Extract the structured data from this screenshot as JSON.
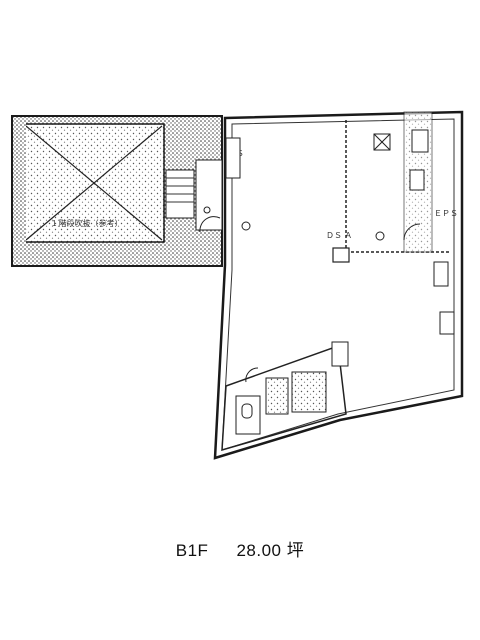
{
  "floor": {
    "label": "B1F",
    "area": "28.00 坪"
  },
  "plan": {
    "void_area_label": "1 階段吹抜（参考）",
    "annotation_main": "ＤＳ Ａ",
    "annotation_right": "ＥＰＳ",
    "ps_label": "ＰＳ"
  },
  "colors": {
    "line": "#1a1a1a",
    "stipple": "#444444",
    "background": "#ffffff"
  }
}
